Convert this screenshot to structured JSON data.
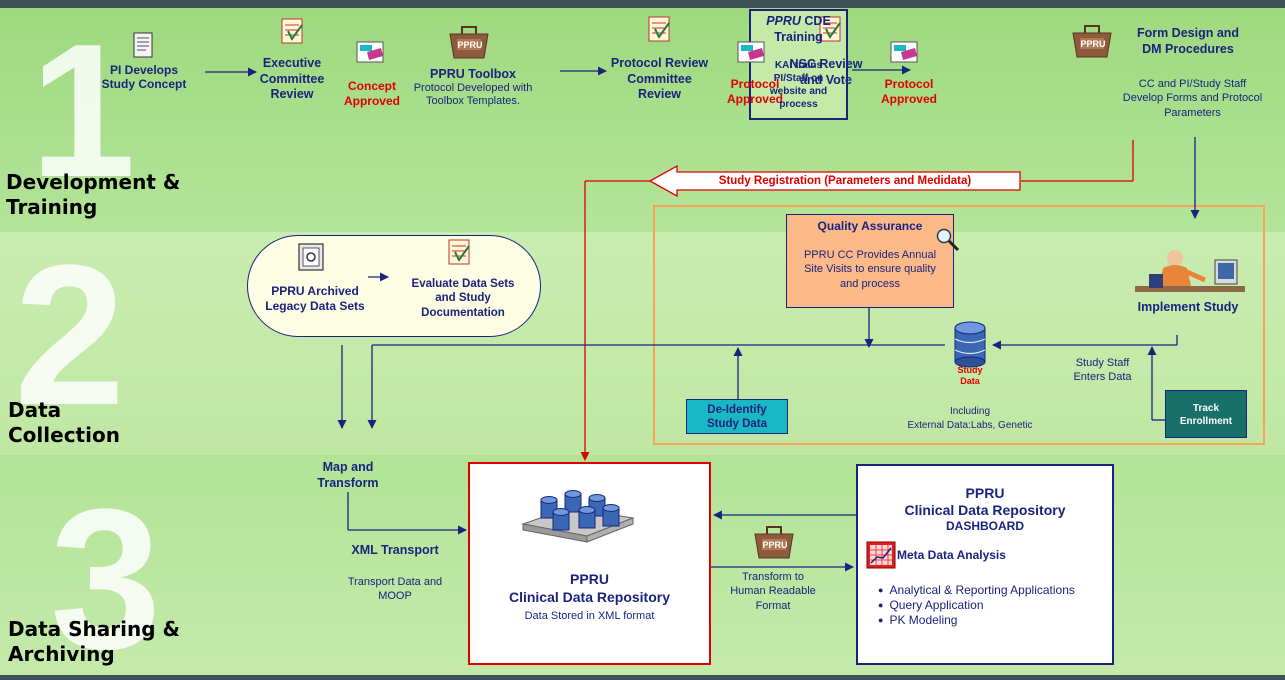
{
  "sections": {
    "one": {
      "number": "1",
      "label_line1": "Development &",
      "label_line2": "Training"
    },
    "two": {
      "number": "2",
      "label_line1": "Data",
      "label_line2": "Collection"
    },
    "three": {
      "number": "3",
      "label_line1": "Data Sharing &",
      "label_line2": "Archiving"
    }
  },
  "dev": {
    "pi_concept_1": "PI Develops",
    "pi_concept_2": "Study Concept",
    "exec_1": "Executive",
    "exec_2": "Committee",
    "exec_3": "Review",
    "concept_approved_1": "Concept",
    "concept_approved_2": "Approved",
    "toolbox_title": "PPRU Toolbox",
    "toolbox_desc_1": "Protocol Developed with",
    "toolbox_desc_2": "Toolbox Templates.",
    "toolbox_icon_label": "PPRU",
    "protocol_review_1": "Protocol Review",
    "protocol_review_2": "Committee",
    "protocol_review_3": "Review",
    "protocol_approved_a_1": "Protocol",
    "protocol_approved_a_2": "Approved",
    "nsc_1": "NSC Review",
    "nsc_2": "and Vote",
    "protocol_approved_b_1": "Protocol",
    "protocol_approved_b_2": "Approved",
    "cde_italic": "PPRU",
    "cde_rest": " CDE",
    "cde_training": "Training",
    "cde_desc_1": "KAI trains",
    "cde_desc_2": "PI/Staff on",
    "cde_desc_3": "website and",
    "cde_desc_4": "process",
    "form_title_1": "Form Design and",
    "form_title_2": "DM Procedures",
    "form_desc_1": "CC and PI/Study Staff",
    "form_desc_2": "Develop Forms and Protocol",
    "form_desc_3": "Parameters",
    "form_icon_label": "PPRU",
    "registration": "Study Registration (Parameters and Medidata)"
  },
  "collection": {
    "archived_1": "PPRU Archived",
    "archived_2": "Legacy Data Sets",
    "evaluate_1": "Evaluate Data Sets",
    "evaluate_2": "and Study",
    "evaluate_3": "Documentation",
    "qa_title": "Quality Assurance",
    "qa_desc_1": "PPRU CC Provides Annual",
    "qa_desc_2": "Site Visits to ensure quality",
    "qa_desc_3": "and process",
    "implement": "Implement Study",
    "study_data_1": "Study",
    "study_data_2": "Data",
    "staff_enters_1": "Study Staff",
    "staff_enters_2": "Enters Data",
    "including_1": "Including",
    "including_2": "External Data:Labs, Genetic",
    "deidentify_1": "De-Identify",
    "deidentify_2": "Study Data",
    "track_1": "Track",
    "track_2": "Enrollment"
  },
  "sharing": {
    "map_1": "Map and",
    "map_2": "Transform",
    "xml_transport": "XML Transport",
    "transport_desc_1": "Transport Data and",
    "transport_desc_2": "MOOP",
    "repo_title_1": "PPRU",
    "repo_title_2": "Clinical Data Repository",
    "repo_desc": "Data Stored in XML format",
    "transform_1": "Transform to",
    "transform_2": "Human Readable",
    "transform_3": "Format",
    "transform_icon_label": "PPRU",
    "dash_title_1": "PPRU",
    "dash_title_2": "Clinical Data Repository",
    "dash_title_3": "DASHBOARD",
    "meta": "Meta Data Analysis",
    "bullets": [
      "Analytical & Reporting Applications",
      "Query Application",
      "PK Modeling"
    ]
  },
  "colors": {
    "band1": "#a2dc86",
    "band2": "#c5eba9",
    "band3": "#b7e59b",
    "top_bar": "#3d5257",
    "navy": "#1a237e",
    "red": "#e00000",
    "orange_box": "#f7a35a",
    "qa_fill": "#fbb987",
    "teal": "#1ab8c4",
    "dark_teal": "#17706a",
    "arrow_blue": "#1a237e",
    "arrow_red": "#e00000"
  }
}
